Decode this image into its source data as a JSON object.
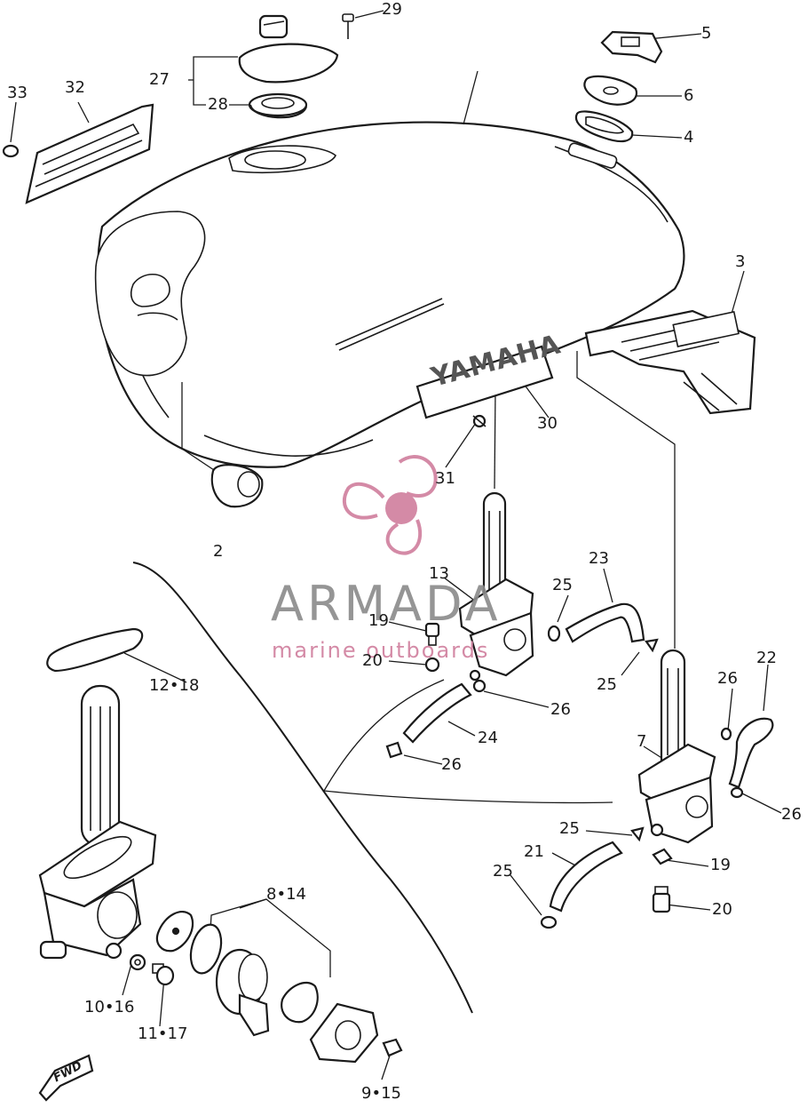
{
  "diagram": {
    "brand_colors": {
      "line": "#1a1a1a",
      "watermark_gray": "#8a8a8a",
      "watermark_pink": "#d48aa6"
    },
    "watermark": {
      "brand": "ARMADA",
      "tagline": "marine outboards",
      "logo_icon": "propeller-icon"
    },
    "tank_decal_text": "YAMAHA",
    "fwd_mark": "FWD",
    "callouts": {
      "p29": "29",
      "p5": "5",
      "p27": "27",
      "p28": "28",
      "p6": "6",
      "p4": "4",
      "p33": "33",
      "p32": "32",
      "p3": "3",
      "p30": "30",
      "p31": "31",
      "p2": "2",
      "p13": "13",
      "p23": "23",
      "p25a": "25",
      "p19a": "19",
      "p20a": "20",
      "p25b": "25",
      "p26a": "26",
      "p22": "22",
      "p12_18": "12•18",
      "p24": "24",
      "p26b": "26",
      "p26c": "26",
      "p7": "7",
      "p26d": "26",
      "p25c": "25",
      "p21": "21",
      "p19b": "19",
      "p25d": "25",
      "p20b": "20",
      "p8_14": "8•14",
      "p10_16": "10•16",
      "p11_17": "11•17",
      "p9_15": "9•15"
    }
  }
}
